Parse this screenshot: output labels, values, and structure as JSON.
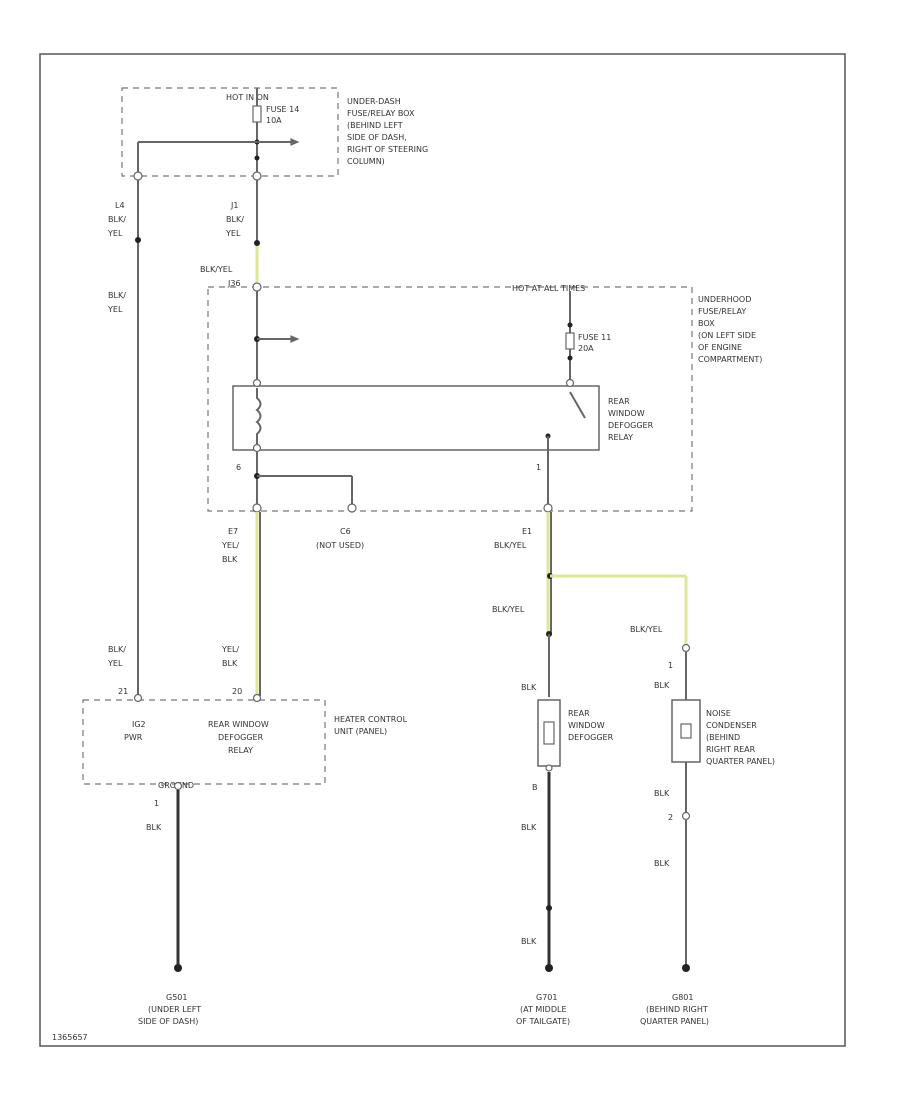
{
  "labels": {
    "hot_in_on": "HOT IN ON",
    "hot_at_all_times": "HOT AT ALL TIMES",
    "fuse14": [
      "FUSE 14",
      "10A"
    ],
    "fuse11": [
      "FUSE 11",
      "20A"
    ],
    "underdash_box": [
      "UNDER-DASH",
      "FUSE/RELAY BOX",
      "(BEHIND LEFT",
      "SIDE OF DASH,",
      "RIGHT OF STEERING",
      "COLUMN)"
    ],
    "underhood_box": [
      "UNDERHOOD",
      "FUSE/RELAY",
      "BOX",
      "(ON LEFT SIDE",
      "OF ENGINE",
      "COMPARTMENT)"
    ],
    "relay": [
      "REAR",
      "WINDOW",
      "DEFOGGER",
      "RELAY"
    ],
    "conn_l4": [
      "L4",
      "BLK/",
      "YEL"
    ],
    "conn_j1": [
      "J1",
      "BLK/",
      "YEL"
    ],
    "wire_blkyel_left": [
      "BLK/",
      "YEL"
    ],
    "wire_blkyel_left2": [
      "BLK/",
      "YEL"
    ],
    "conn_j36": [
      "BLK/YEL",
      "J36"
    ],
    "pin_relay_6": "6",
    "pin_relay_1": "1",
    "conn_e7": [
      "E7",
      "YEL/",
      "BLK"
    ],
    "wire_yelblk_low": [
      "YEL/",
      "BLK"
    ],
    "conn_c6": [
      "C6",
      "(NOT USED)"
    ],
    "conn_e1": [
      "E1",
      "BLK/YEL"
    ],
    "wire_blkyel_mid": "BLK/YEL",
    "wire_blkyel_cond": "BLK/YEL",
    "pin_21": "21",
    "pin_20": "20",
    "hcu_ig2": [
      "IG2",
      "PWR"
    ],
    "hcu_relay": [
      "REAR WINDOW",
      "DEFOGGER",
      "RELAY"
    ],
    "hcu_name": [
      "HEATER CONTROL",
      "UNIT (PANEL)"
    ],
    "hcu_gnd": "GROUND",
    "hcu_pin1": "1",
    "wire_blk_left": "BLK",
    "blk_def_top": "BLK",
    "defogger": [
      "REAR",
      "WINDOW",
      "DEFOGGER"
    ],
    "pin_def_b": "B",
    "blk_def_mid": "BLK",
    "blk_def_low": "BLK",
    "cond_pin1": "1",
    "blk_cond_top": "BLK",
    "condenser": [
      "NOISE",
      "CONDENSER",
      "(BEHIND",
      "RIGHT REAR",
      "QUARTER PANEL)"
    ],
    "blk_cond_mid": "BLK",
    "cond_pin2": "2",
    "blk_cond_low": "BLK",
    "g501": [
      "G501",
      "(UNDER LEFT",
      "SIDE OF DASH)"
    ],
    "g701": [
      "G701",
      "(AT MIDDLE",
      "OF TAILGATE)"
    ],
    "g801": [
      "G801",
      "(BEHIND RIGHT",
      "QUARTER PANEL)"
    ],
    "code": "1365657"
  }
}
